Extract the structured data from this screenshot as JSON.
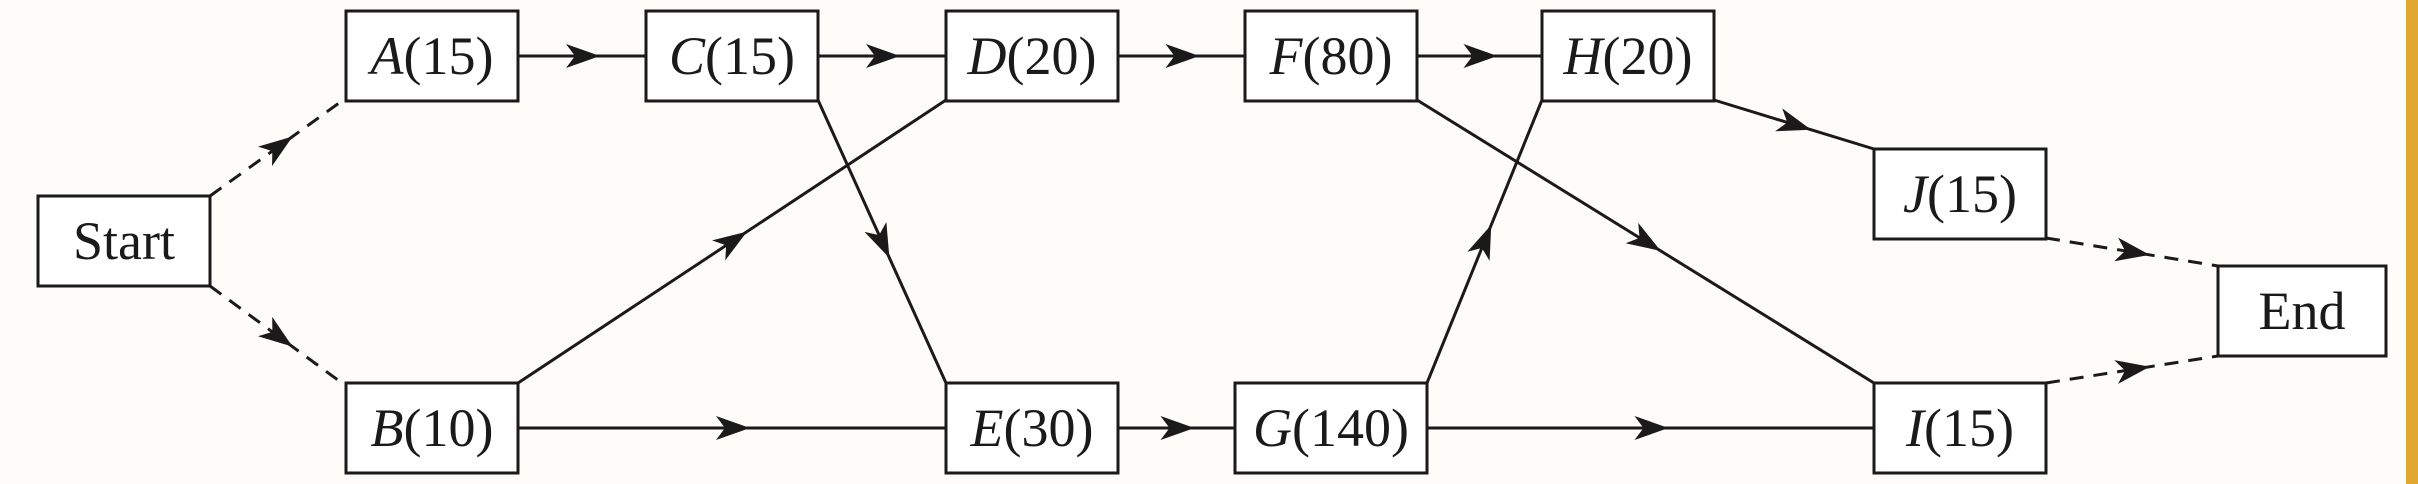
{
  "colors": {
    "ink": "#1a1a1a",
    "paper": "#fdfcf8",
    "box_fill": "#ffffff",
    "accent_bar": "#e0a830"
  },
  "nodes": [
    {
      "id": "start",
      "letter": "",
      "label": "Start"
    },
    {
      "id": "A",
      "letter": "A",
      "label": "(15)"
    },
    {
      "id": "C",
      "letter": "C",
      "label": "(15)"
    },
    {
      "id": "D",
      "letter": "D",
      "label": "(20)"
    },
    {
      "id": "F",
      "letter": "F",
      "label": "(80)"
    },
    {
      "id": "H",
      "letter": "H",
      "label": "(20)"
    },
    {
      "id": "J",
      "letter": "J",
      "label": "(15)"
    },
    {
      "id": "B",
      "letter": "B",
      "label": "(10)"
    },
    {
      "id": "E",
      "letter": "E",
      "label": "(30)"
    },
    {
      "id": "G",
      "letter": "G",
      "label": "(140)"
    },
    {
      "id": "I",
      "letter": "I",
      "label": "(15)"
    },
    {
      "id": "end",
      "letter": "",
      "label": "End"
    }
  ],
  "edges": [
    {
      "from": "start",
      "to": "A",
      "style": "dashed"
    },
    {
      "from": "start",
      "to": "B",
      "style": "dashed"
    },
    {
      "from": "A",
      "to": "C",
      "style": "solid"
    },
    {
      "from": "C",
      "to": "D",
      "style": "solid"
    },
    {
      "from": "C",
      "to": "E",
      "style": "solid"
    },
    {
      "from": "D",
      "to": "F",
      "style": "solid"
    },
    {
      "from": "B",
      "to": "D",
      "style": "solid"
    },
    {
      "from": "B",
      "to": "E",
      "style": "solid"
    },
    {
      "from": "E",
      "to": "G",
      "style": "solid"
    },
    {
      "from": "F",
      "to": "H",
      "style": "solid"
    },
    {
      "from": "F",
      "to": "I",
      "style": "solid"
    },
    {
      "from": "G",
      "to": "H",
      "style": "solid"
    },
    {
      "from": "G",
      "to": "I",
      "style": "solid"
    },
    {
      "from": "H",
      "to": "J",
      "style": "solid"
    },
    {
      "from": "J",
      "to": "end",
      "style": "dashed"
    },
    {
      "from": "I",
      "to": "end",
      "style": "dashed"
    }
  ]
}
